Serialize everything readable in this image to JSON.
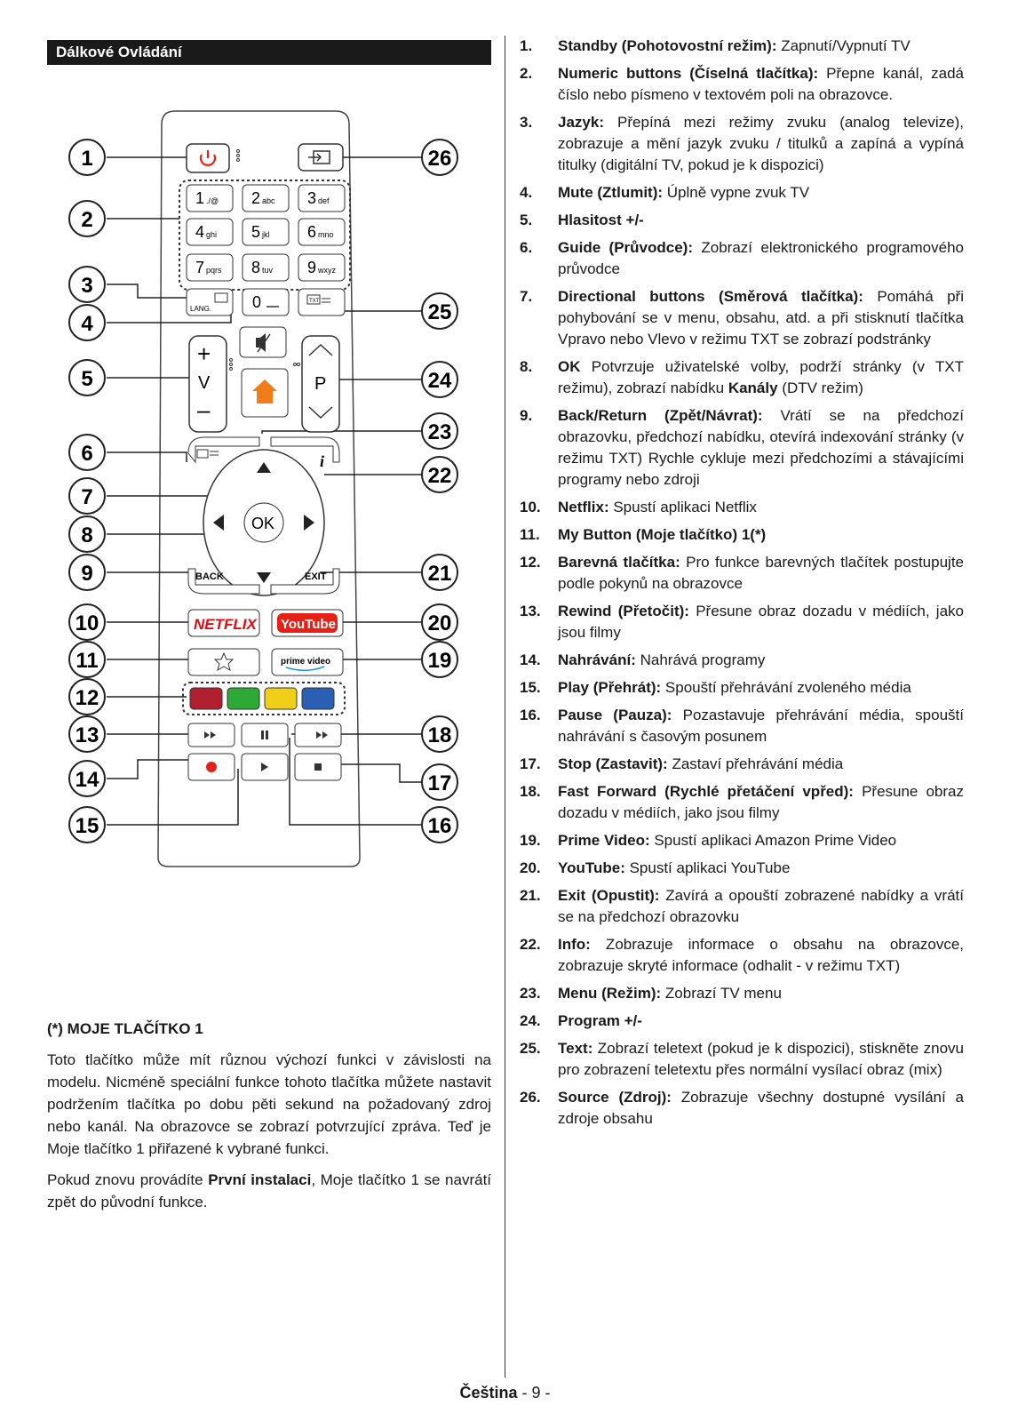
{
  "section_title": "Dálkové Ovládání",
  "remote": {
    "callouts_left": [
      "1",
      "2",
      "3",
      "4",
      "5",
      "6",
      "7",
      "8",
      "9",
      "10",
      "11",
      "12",
      "13",
      "14",
      "15"
    ],
    "callouts_right": [
      "26",
      "25",
      "24",
      "23",
      "22",
      "21",
      "20",
      "19",
      "18",
      "17",
      "16"
    ],
    "keys": {
      "k1": "1",
      "k1s": "./@",
      "k2": "2",
      "k2s": "abc",
      "k3": "3",
      "k3s": "def",
      "k4": "4",
      "k4s": "ghi",
      "k5": "5",
      "k5s": "jkl",
      "k6": "6",
      "k6s": "mno",
      "k7": "7",
      "k7s": "pqrs",
      "k8": "8",
      "k8s": "tuv",
      "k9": "9",
      "k9s": "wxyz",
      "k0": "0"
    },
    "lang": "LANG.",
    "txt": "TXT",
    "vol_plus": "+",
    "vol_v": "V",
    "vol_minus": "–",
    "prog_p": "P",
    "ok": "OK",
    "back": "BACK",
    "exit": "EXIT",
    "info": "i",
    "netflix": "NETFLIX",
    "youtube": "YouTube",
    "prime": "prime video",
    "colors": [
      "#b0202e",
      "#2ea836",
      "#f0cf1a",
      "#2b5fb3"
    ],
    "home_color": "#f07d1a",
    "power_color": "#e2231a",
    "record_color": "#e2231a"
  },
  "note": {
    "title": "(*) MOJE TLAČÍTKO 1",
    "p1": "Toto tlačítko může mít různou výchozí funkci v závislosti na modelu. Nicméně speciální funkce tohoto tlačítka můžete nastavit podržením tlačítka po dobu pěti sekund na požadovaný zdroj nebo kanál. Na obrazovce se zobrazí potvrzující zpráva. Teď je Moje tlačítko 1 přiřazené k vybrané funkci.",
    "p2_pre": "Pokud znovu provádíte ",
    "p2_bold": "První instalaci",
    "p2_post": ", Moje tlačítko 1 se navrátí zpět do původní funkce."
  },
  "items": [
    {
      "n": "1.",
      "b": "Standby (Pohotovostní režim):",
      "t": " Zapnutí/Vypnutí TV"
    },
    {
      "n": "2.",
      "b": "Numeric buttons (Číselná tlačítka):",
      "t": " Přepne kanál, zadá číslo nebo písmeno v textovém poli na obrazovce."
    },
    {
      "n": "3.",
      "b": "Jazyk:",
      "t": " Přepíná mezi režimy zvuku (analog televize), zobrazuje a mění jazyk zvuku / titulků a zapíná a vypíná titulky (digitální TV, pokud je k dispozici)"
    },
    {
      "n": "4.",
      "b": "Mute (Ztlumit):",
      "t": " Úplně vypne zvuk TV"
    },
    {
      "n": "5.",
      "b": "Hlasitost +/-",
      "t": ""
    },
    {
      "n": "6.",
      "b": "Guide (Průvodce):",
      "t": " Zobrazí elektronického programového průvodce"
    },
    {
      "n": "7.",
      "b": "Directional buttons (Směrová tlačítka):",
      "t": " Pomáhá při pohybování se v menu, obsahu, atd. a při stisknutí tlačítka Vpravo nebo Vlevo v režimu TXT se zobrazí podstránky"
    },
    {
      "n": "8.",
      "b": "OK",
      "t": " Potvrzuje uživatelské volby, podrží stránky (v TXT režimu), zobrazí nabídku ",
      "b2": "Kanály",
      "t2": " (DTV režim)"
    },
    {
      "n": "9.",
      "b": "Back/Return (Zpět/Návrat):",
      "t": " Vrátí se na předchozí obrazovku, předchozí nabídku, otevírá indexování stránky (v režimu TXT) Rychle cykluje mezi předchozími a stávajícími programy nebo zdroji"
    },
    {
      "n": "10.",
      "b": "Netflix:",
      "t": " Spustí aplikaci Netflix"
    },
    {
      "n": "11.",
      "b": "My Button (Moje tlačítko) 1(*)",
      "t": ""
    },
    {
      "n": "12.",
      "b": "Barevná tlačítka:",
      "t": " Pro funkce barevných tlačítek postupujte podle pokynů na obrazovce"
    },
    {
      "n": "13.",
      "b": "Rewind (Přetočit):",
      "t": " Přesune obraz dozadu v médiích, jako jsou filmy"
    },
    {
      "n": "14.",
      "b": "Nahrávání:",
      "t": " Nahrává programy"
    },
    {
      "n": "15.",
      "b": "Play (Přehrát):",
      "t": " Spouští přehrávání zvoleného média"
    },
    {
      "n": "16.",
      "b": "Pause (Pauza):",
      "t": " Pozastavuje přehrávání média, spouští nahrávání s časovým posunem"
    },
    {
      "n": "17.",
      "b": "Stop (Zastavit):",
      "t": " Zastaví přehrávání média"
    },
    {
      "n": "18.",
      "b": "Fast Forward (Rychlé přetáčení vpřed):",
      "t": " Přesune obraz dozadu v médiích, jako jsou filmy"
    },
    {
      "n": "19.",
      "b": "Prime Video:",
      "t": " Spustí aplikaci Amazon Prime Video"
    },
    {
      "n": "20.",
      "b": "YouTube:",
      "t": " Spustí aplikaci YouTube"
    },
    {
      "n": "21.",
      "b": "Exit (Opustit):",
      "t": " Zavírá a opouští zobrazené nabídky a vrátí se na předchozí obrazovku"
    },
    {
      "n": "22.",
      "b": "Info:",
      "t": " Zobrazuje informace o obsahu na obrazovce, zobrazuje skryté informace (odhalit - v režimu TXT)"
    },
    {
      "n": "23.",
      "b": "Menu (Režim):",
      "t": " Zobrazí TV menu"
    },
    {
      "n": "24.",
      "b": "Program +/-",
      "t": ""
    },
    {
      "n": "25.",
      "b": "Text:",
      "t": " Zobrazí teletext (pokud je k dispozici), stiskněte znovu pro zobrazení teletextu přes normální vysílací obraz (mix)"
    },
    {
      "n": "26.",
      "b": "Source (Zdroj):",
      "t": " Zobrazuje všechny dostupné vysílání a zdroje obsahu"
    }
  ],
  "footer": {
    "lang": "Čeština",
    "page": " - 9 -"
  }
}
